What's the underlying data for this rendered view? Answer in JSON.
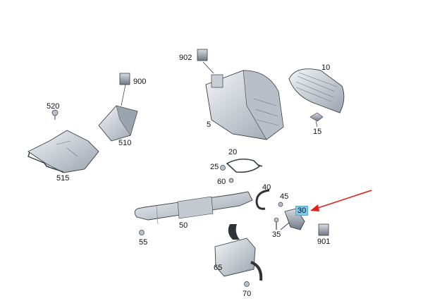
{
  "labels": [
    {
      "id": "p902",
      "text": "902"
    },
    {
      "id": "p900",
      "text": "900"
    },
    {
      "id": "p10",
      "text": "10"
    },
    {
      "id": "p520",
      "text": "520"
    },
    {
      "id": "p510",
      "text": "510"
    },
    {
      "id": "p5",
      "text": "5"
    },
    {
      "id": "p15",
      "text": "15"
    },
    {
      "id": "p515",
      "text": "515"
    },
    {
      "id": "p20",
      "text": "20"
    },
    {
      "id": "p25",
      "text": "25"
    },
    {
      "id": "p60",
      "text": "60"
    },
    {
      "id": "p40",
      "text": "40"
    },
    {
      "id": "p45",
      "text": "45"
    },
    {
      "id": "p30",
      "text": "30",
      "highlighted": true
    },
    {
      "id": "p50",
      "text": "50"
    },
    {
      "id": "p35",
      "text": "35"
    },
    {
      "id": "p55",
      "text": "55"
    },
    {
      "id": "p901",
      "text": "901"
    },
    {
      "id": "p65",
      "text": "65"
    },
    {
      "id": "p70",
      "text": "70"
    }
  ],
  "colors": {
    "part_fill": "#e6e9ee",
    "part_dark": "#7d8794",
    "outline": "#3a3f46",
    "highlight": "#7ec8e8",
    "arrow": "#e0201b"
  }
}
